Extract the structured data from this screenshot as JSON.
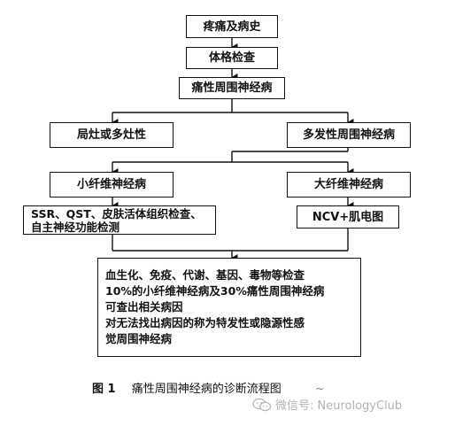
{
  "nodes": {
    "history": "疼痛及病史",
    "exam": "体格检查",
    "painful_neuropathy": "痛性周围神经病",
    "focal": "局灶或多灶性",
    "polyneuropathy": "多发性周围神经病",
    "small_fiber": "小纤维神经病",
    "large_fiber": "大纤维神经病",
    "small_tests": [
      "SSR、QST、皮肤活体组织检查、",
      "自主神经功能检测"
    ],
    "large_tests": "NCV+肌电图",
    "labs": [
      "血生化、免疫、代谢、基因、毒物等检查",
      "10%的小纤维神经病及30%痛性周围神经病",
      "可查出相关病因",
      "对无法找出病因的称为特发性或隐源性感",
      "觉周围神经病"
    ]
  },
  "caption": {
    "figure_label": "图 1",
    "title": "痛性周围神经病的诊断流程图",
    "tilde": "~"
  },
  "watermark": {
    "icon": "wechat-icon",
    "text": "微信号: NeurologyClub"
  }
}
